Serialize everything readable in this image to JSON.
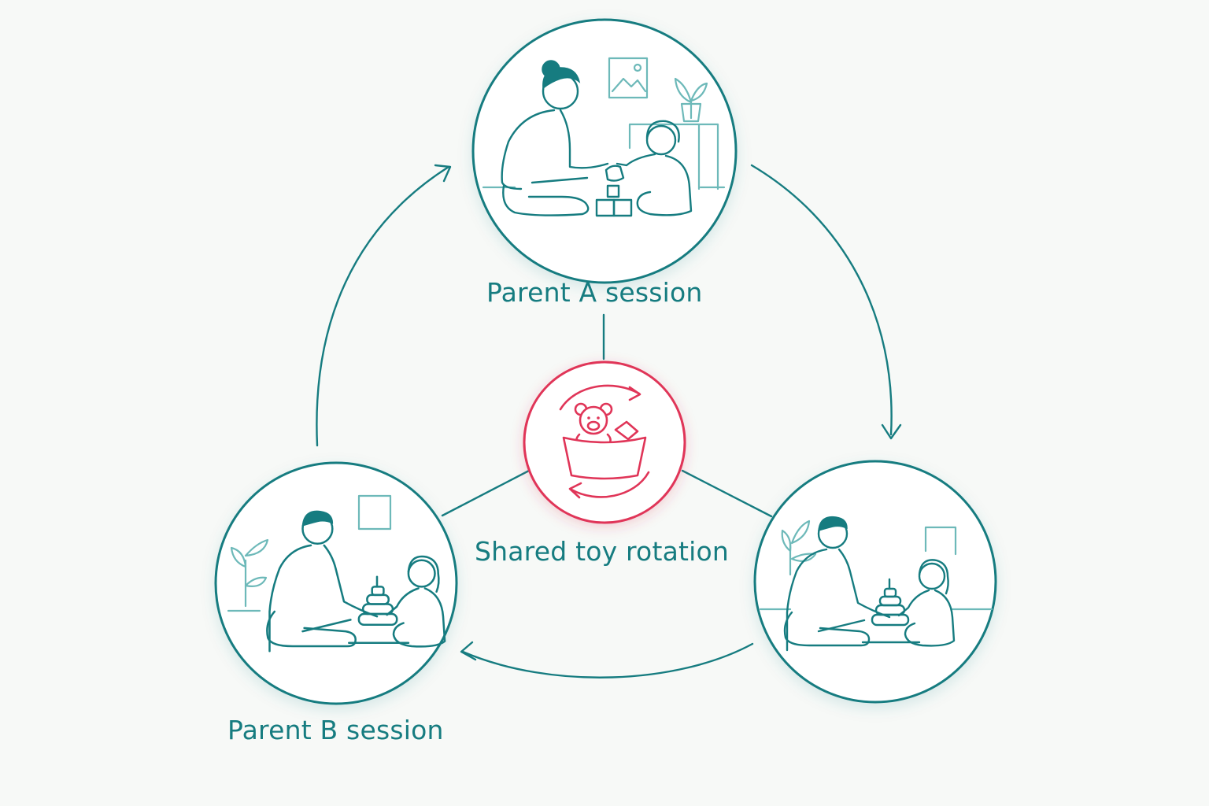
{
  "labels": {
    "parent_a": "Parent A session",
    "center": "Shared toy rotation",
    "parent_b": "Parent B session"
  },
  "colors": {
    "teal": "#167c80",
    "teal_light": "#6db9b9",
    "red": "#e03558",
    "background": "#f7f9f7"
  },
  "icons": {
    "top": "parent-child-blocks-play",
    "right": "parent-child-ring-stacker-play",
    "left": "parent-child-ring-stacker-play",
    "center": "toy-basket-rotation"
  }
}
